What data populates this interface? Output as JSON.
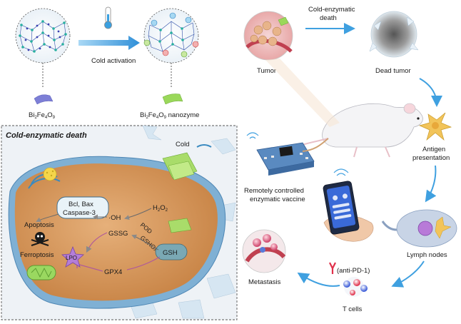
{
  "top": {
    "material_label": {
      "pre": "Bi",
      "s1": "2",
      "mid1": "Fe",
      "s2": "4",
      "mid2": "O",
      "s3": "9"
    },
    "nanozyme_label": {
      "pre": "Bi",
      "s1": "2",
      "mid1": "Fe",
      "s2": "4",
      "mid2": "O",
      "s3": "9",
      "suffix": " nanozyme"
    },
    "cold_activation": "Cold activation"
  },
  "panel": {
    "title": "Cold-enzymatic death",
    "cold": "Cold",
    "bcl_line1": "Bcl, Bax",
    "bcl_line2": "Caspase-3",
    "oh": "·OH",
    "h2o2_pre": "H",
    "h2o2_s1": "2",
    "h2o2_mid": "O",
    "h2o2_s2": "2",
    "pod": "POD",
    "gsshox": "GSHOx",
    "gssg": "GSSG",
    "gsh": "GSH",
    "apoptosis": "Apoptosis",
    "ferroptosis": "Ferroptosis",
    "lpo": "LPO",
    "gpx4": "GPX4"
  },
  "right": {
    "tumor": "Tumor",
    "cold_enzymatic_death_l1": "Cold-enzymatic",
    "cold_enzymatic_death_l2": "death",
    "dead_tumor": "Dead tumor",
    "antigen_l1": "Antigen",
    "antigen_l2": "presentation",
    "vaccine_l1": "Remotely controlled",
    "vaccine_l2": "enzymatic vaccine",
    "lymph_nodes": "Lymph nodes",
    "t_cells": "T cells",
    "anti_pd1": "(anti-PD-1)",
    "metastasis": "Metastasis"
  },
  "colors": {
    "arrow": "#3fa0e0",
    "cell_cyto": "#d89a5a",
    "membrane": "#6fa3c8",
    "panel_bg": "#eef2f6",
    "nanozyme_green": "#8ed04a",
    "lattice_blue": "#2f4fa8"
  }
}
